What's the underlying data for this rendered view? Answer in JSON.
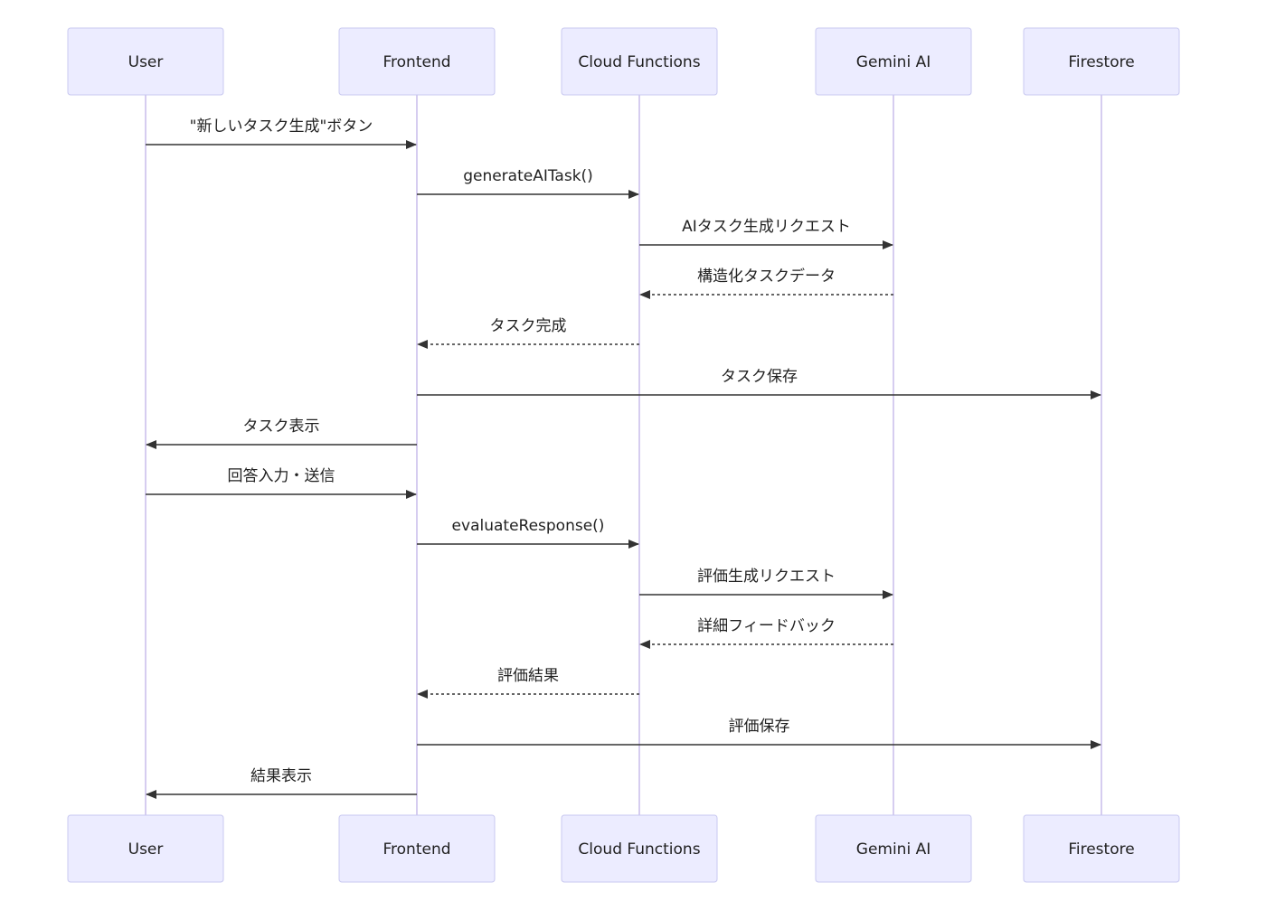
{
  "colors": {
    "actor_fill": "#ececff",
    "actor_stroke": "#c8c8f0",
    "lifeline": "#d6cdf0",
    "message": "#333333"
  },
  "participants": [
    {
      "id": "user",
      "label": "User"
    },
    {
      "id": "frontend",
      "label": "Frontend"
    },
    {
      "id": "cloud-functions",
      "label": "Cloud Functions"
    },
    {
      "id": "gemini-ai",
      "label": "Gemini AI"
    },
    {
      "id": "firestore",
      "label": "Firestore"
    }
  ],
  "messages": [
    {
      "from": "user",
      "to": "frontend",
      "label": "\"新しいタスク生成\"ボタン",
      "style": "solid"
    },
    {
      "from": "frontend",
      "to": "cloud-functions",
      "label": "generateAITask()",
      "style": "solid"
    },
    {
      "from": "cloud-functions",
      "to": "gemini-ai",
      "label": "AIタスク生成リクエスト",
      "style": "solid"
    },
    {
      "from": "gemini-ai",
      "to": "cloud-functions",
      "label": "構造化タスクデータ",
      "style": "dashed"
    },
    {
      "from": "cloud-functions",
      "to": "frontend",
      "label": "タスク完成",
      "style": "dashed"
    },
    {
      "from": "frontend",
      "to": "firestore",
      "label": "タスク保存",
      "style": "solid"
    },
    {
      "from": "frontend",
      "to": "user",
      "label": "タスク表示",
      "style": "solid"
    },
    {
      "from": "user",
      "to": "frontend",
      "label": "回答入力・送信",
      "style": "solid"
    },
    {
      "from": "frontend",
      "to": "cloud-functions",
      "label": "evaluateResponse()",
      "style": "solid"
    },
    {
      "from": "cloud-functions",
      "to": "gemini-ai",
      "label": "評価生成リクエスト",
      "style": "solid"
    },
    {
      "from": "gemini-ai",
      "to": "cloud-functions",
      "label": "詳細フィードバック",
      "style": "dashed"
    },
    {
      "from": "cloud-functions",
      "to": "frontend",
      "label": "評価結果",
      "style": "dashed"
    },
    {
      "from": "frontend",
      "to": "firestore",
      "label": "評価保存",
      "style": "solid"
    },
    {
      "from": "frontend",
      "to": "user",
      "label": "結果表示",
      "style": "solid"
    }
  ]
}
